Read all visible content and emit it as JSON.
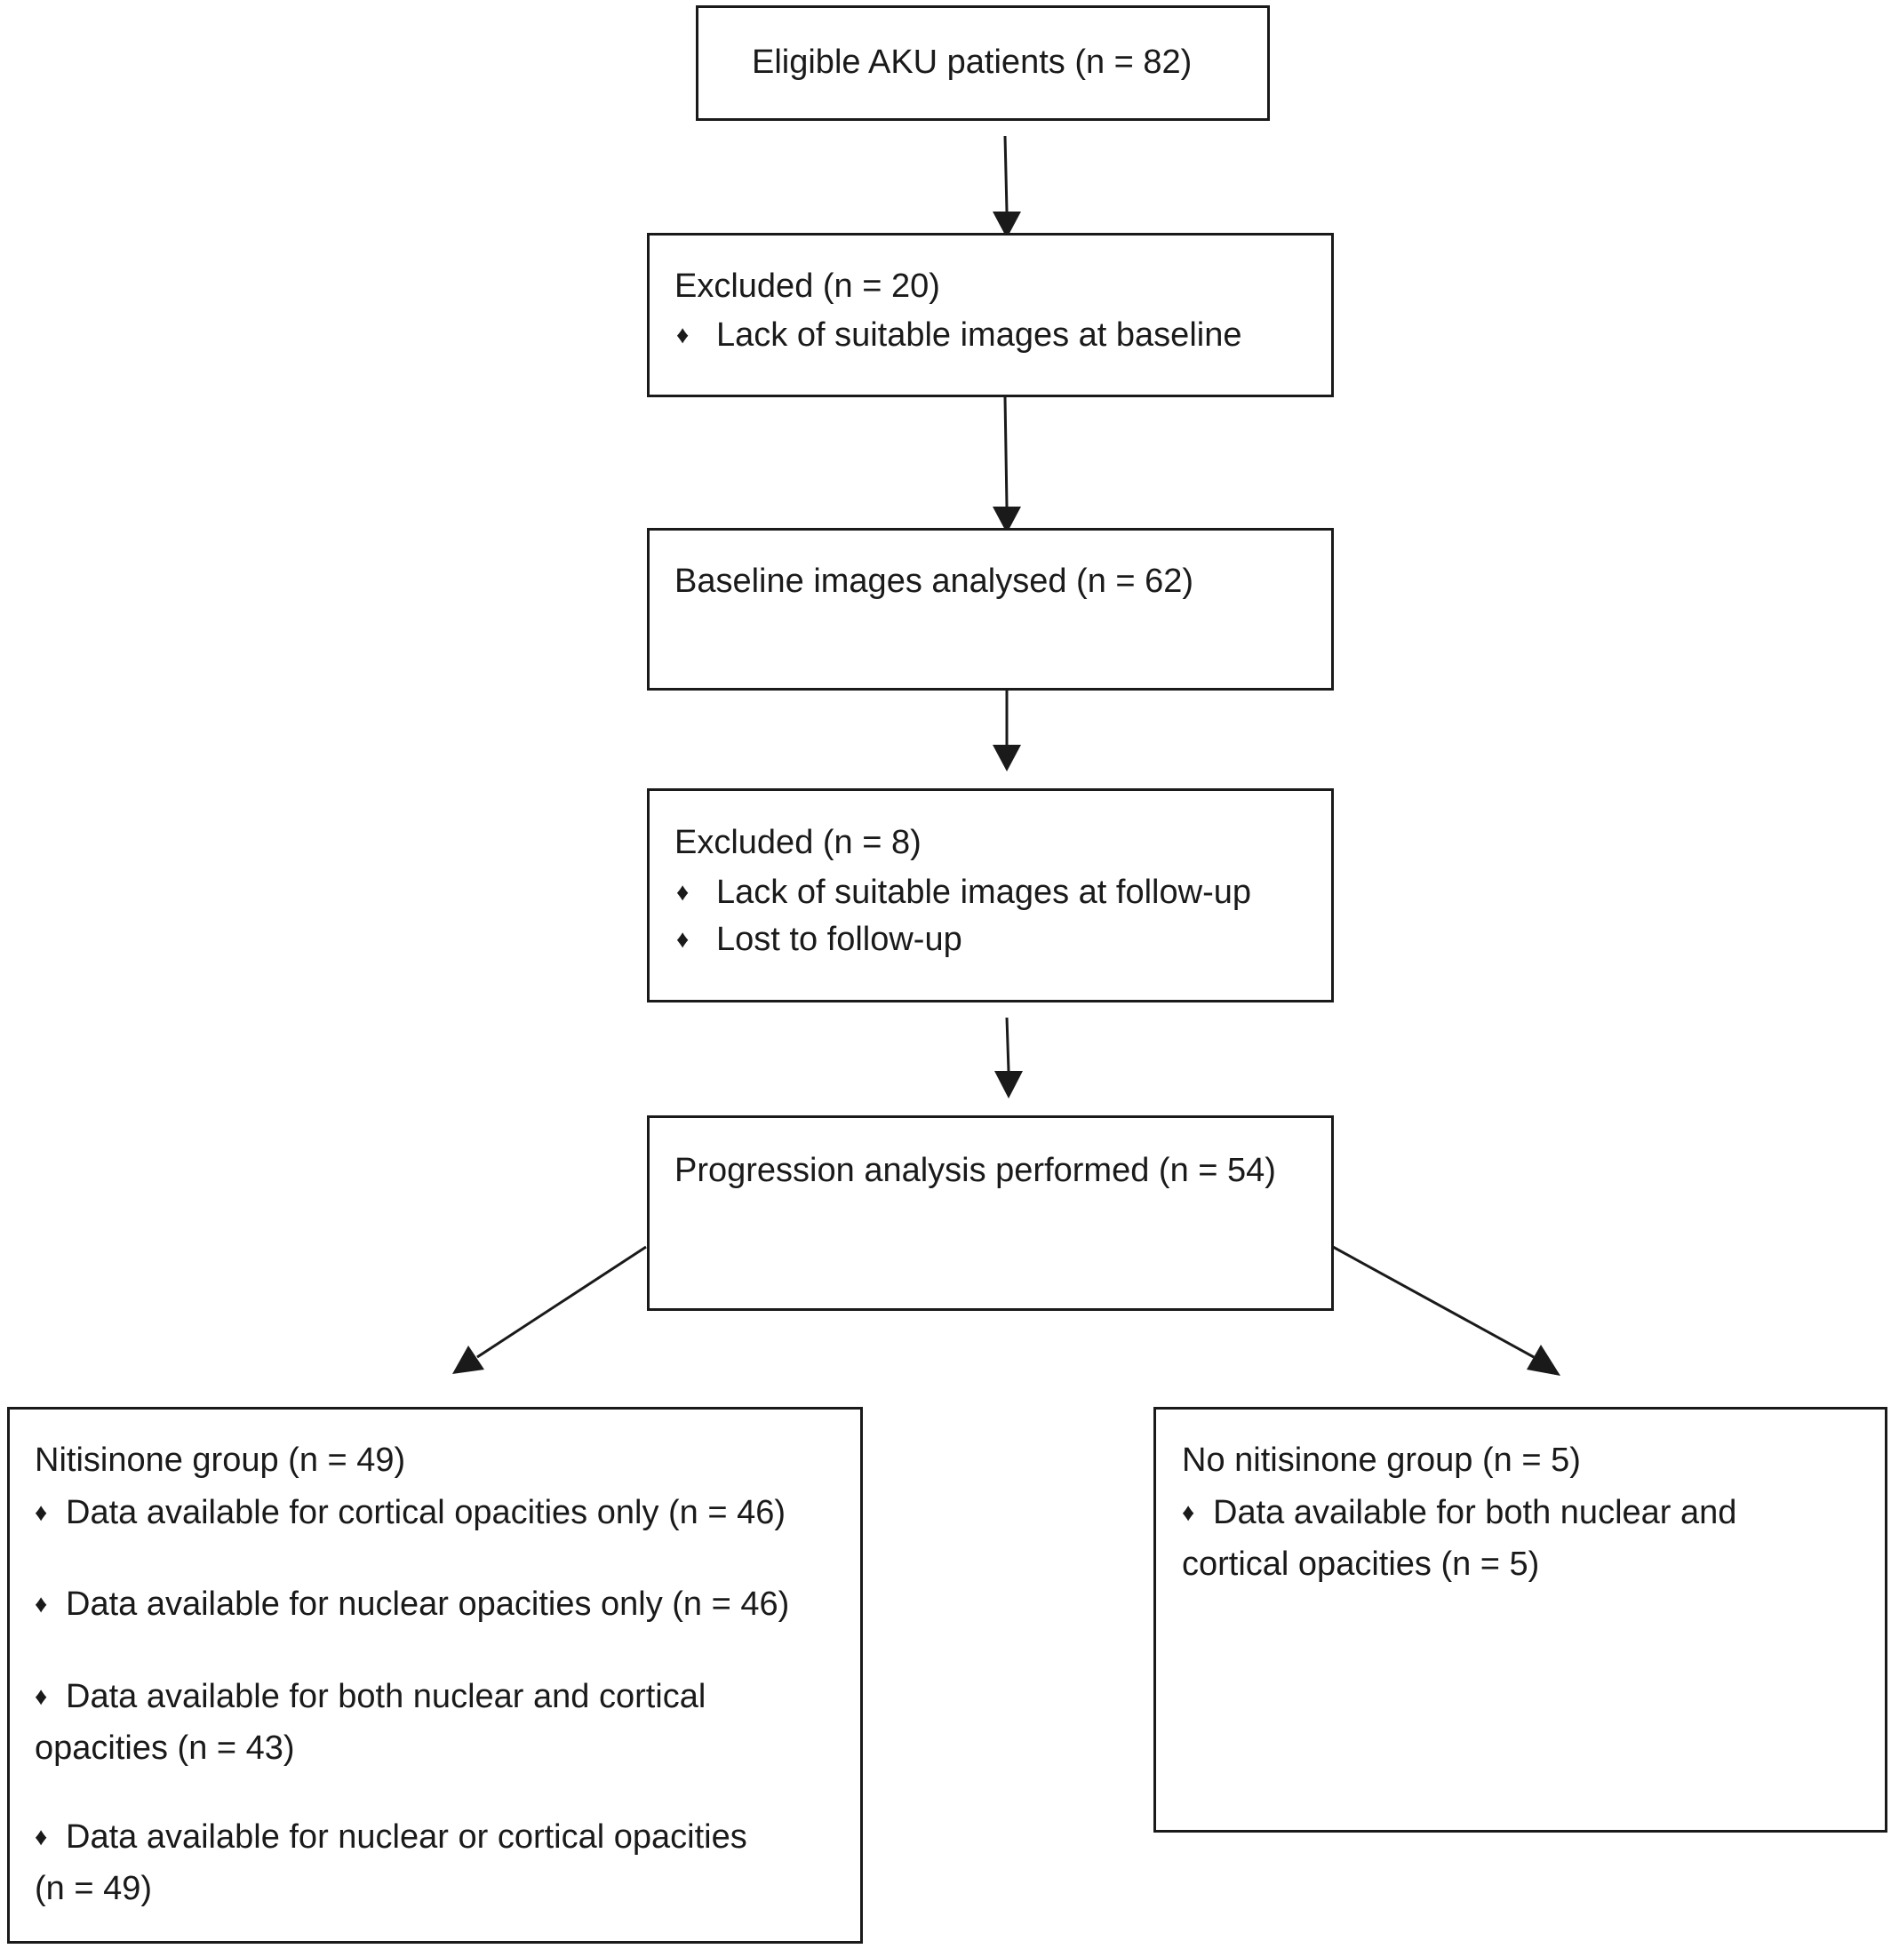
{
  "eligible": {
    "title": "Eligible AKU patients (n = 82)"
  },
  "excluded_baseline": {
    "title": "Excluded (n = 20)",
    "items": [
      "Lack of suitable images at baseline"
    ]
  },
  "baseline": {
    "title": "Baseline images analysed (n = 62)"
  },
  "excluded_followup": {
    "title": "Excluded (n = 8)",
    "items": [
      "Lack of suitable images at follow-up",
      "Lost to follow-up"
    ]
  },
  "progression": {
    "title": "Progression analysis performed (n = 54)"
  },
  "nitisinone": {
    "title": "Nitisinone group (n = 49)",
    "items": [
      "Data available for cortical opacities only (n = 46)",
      "Data available for nuclear opacities only (n = 46)",
      "Data available for both nuclear and cortical",
      "opacities (n = 43)",
      "Data available for nuclear or cortical opacities",
      "(n = 49)"
    ]
  },
  "no_nitisinone": {
    "title": "No nitisinone group (n = 5)",
    "items": [
      "Data available for both nuclear and",
      "cortical opacities (n = 5)"
    ]
  },
  "bullet_glyph": "♦",
  "colors": {
    "stroke": "#1a1a1a",
    "text": "#1a1a1a",
    "background": "#ffffff"
  }
}
